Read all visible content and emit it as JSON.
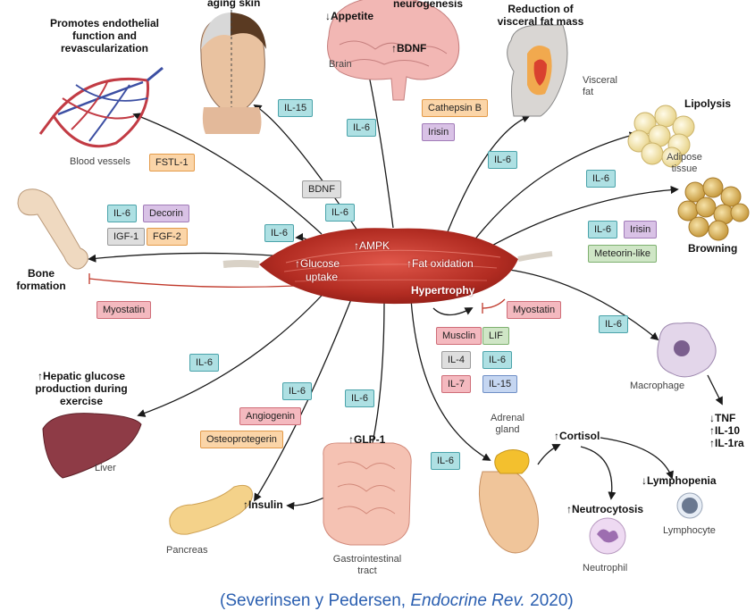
{
  "center": {
    "ampk": "↑AMPK",
    "glucose": "↑Glucose",
    "uptake": "uptake",
    "fat_oxidation": "↑Fat oxidation",
    "hypertrophy": "Hypertrophy"
  },
  "targets": {
    "aging_skin": "aging skin",
    "endothelial": [
      "Promotes endothelial",
      "function and",
      "revascularization"
    ],
    "blood_vessels": "Blood vessels",
    "brain": "Brain",
    "appetite": "↓Appetite",
    "neurogenesis": "neurogenesis",
    "bdnf_up": "↑BDNF",
    "visceral_title": [
      "Reduction of",
      "visceral fat mass"
    ],
    "visceral_fat": [
      "Visceral",
      "fat"
    ],
    "lipolysis": "Lipolysis",
    "adipose": [
      "Adipose",
      "tissue"
    ],
    "browning": "Browning",
    "bone": [
      "Bone",
      "formation"
    ],
    "liver_effect": [
      "↑Hepatic glucose",
      "production during",
      "exercise"
    ],
    "liver": "Liver",
    "pancreas": "Pancreas",
    "insulin": "↑Insulin",
    "glp1": "↑GLP-1",
    "gi": [
      "Gastrointestinal",
      "tract"
    ],
    "adrenal": [
      "Adrenal",
      "gland"
    ],
    "cortisol": "↑Cortisol",
    "neutrocytosis": "↑Neutrocytosis",
    "neutrophil": "Neutrophil",
    "lymphopenia": "↓Lymphopenia",
    "lymphocyte": "Lymphocyte",
    "macrophage": "Macrophage",
    "cytokines": [
      "↓TNF",
      "↑IL-10",
      "↑IL-1ra"
    ]
  },
  "myokines": {
    "il15_skin": "IL-15",
    "fstl1": "FSTL-1",
    "il6_brain": "IL-6",
    "cathepsin": "Cathepsin B",
    "irisin_brain": "Irisin",
    "bdnf_box": "BDNF",
    "il6_center": "IL-6",
    "il6_left": "IL-6",
    "il6_visceral": "IL-6",
    "il6_adipose": "IL-6",
    "il6_bone": "IL-6",
    "decorin": "Decorin",
    "igf1": "IGF-1",
    "fgf2": "FGF-2",
    "il6_browning": "IL-6",
    "irisin_browning": "Irisin",
    "meteorin": "Meteorin-like",
    "myostatin_bone": "Myostatin",
    "myostatin_muscle": "Myostatin",
    "il6_macrophage": "IL-6",
    "musclin": "Musclin",
    "lif": "LIF",
    "il4": "IL-4",
    "il6_auto": "IL-6",
    "il7": "IL-7",
    "il15_auto": "IL-15",
    "il6_liver": "IL-6",
    "il6_pancreas": "IL-6",
    "angiogenin": "Angiogenin",
    "osteoprotegerin": "Osteoprotegerin",
    "il6_gi": "IL-6",
    "il6_adrenal": "IL-6"
  },
  "citation": {
    "prefix": "(Severinsen y Pedersen, ",
    "journal": "Endocrine Rev.",
    "suffix": " 2020)"
  },
  "colors": {
    "teal": "#aee0e3",
    "orange": "#fbd5a8",
    "purple": "#d9c2e6",
    "gray": "#dedede",
    "green": "#cfe6c6",
    "pink": "#f4b9bf",
    "blue": "#c5d6f1",
    "muscle": "#c0392b",
    "citation": "#2b5fb0"
  }
}
